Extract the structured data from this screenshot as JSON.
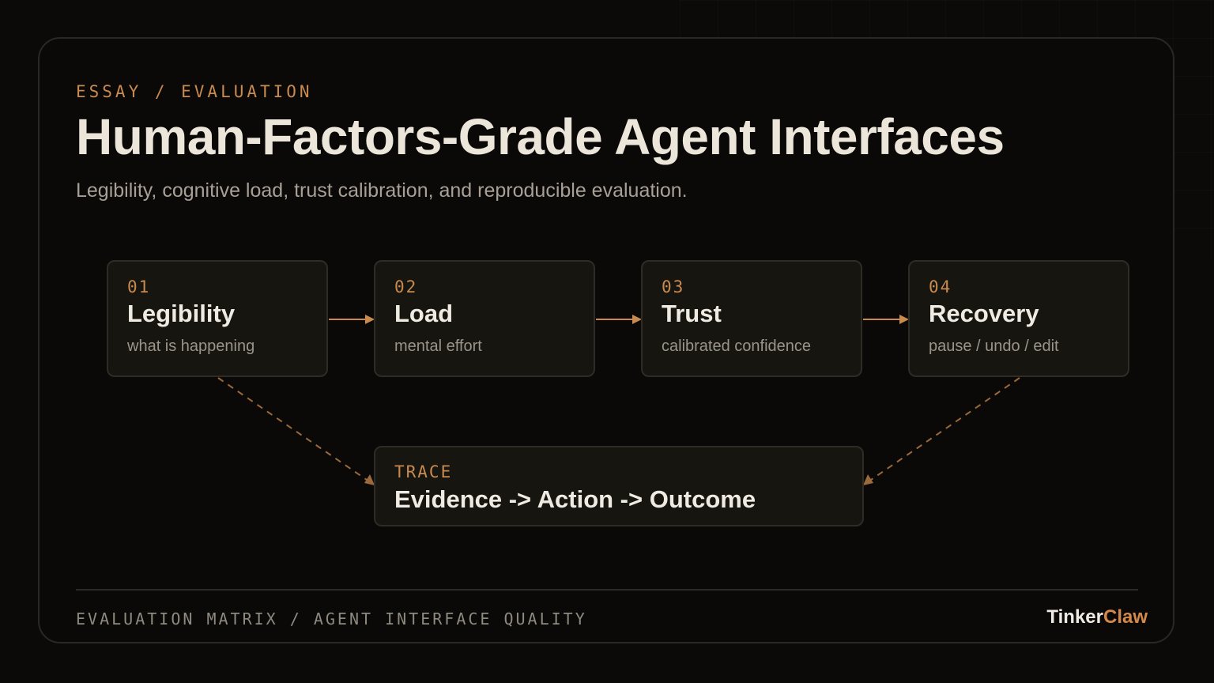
{
  "header": {
    "eyebrow": "ESSAY / EVALUATION",
    "title": "Human-Factors-Grade Agent Interfaces",
    "subtitle": "Legibility, cognitive load, trust calibration, and reproducible evaluation."
  },
  "steps": [
    {
      "num": "01",
      "label": "Legibility",
      "desc": "what is happening"
    },
    {
      "num": "02",
      "label": "Load",
      "desc": "mental effort"
    },
    {
      "num": "03",
      "label": "Trust",
      "desc": "calibrated confidence"
    },
    {
      "num": "04",
      "label": "Recovery",
      "desc": "pause / undo / edit"
    }
  ],
  "trace": {
    "tag": "TRACE",
    "flow": "Evidence -> Action -> Outcome"
  },
  "footer": {
    "text": "EVALUATION MATRIX / AGENT INTERFACE QUALITY",
    "brand_part1": "Tinker",
    "brand_part2": "Claw"
  },
  "colors": {
    "accent": "#c98a4f",
    "background": "#0b0a09",
    "node_fill": "#161510",
    "text_primary": "#f0ebe2"
  }
}
